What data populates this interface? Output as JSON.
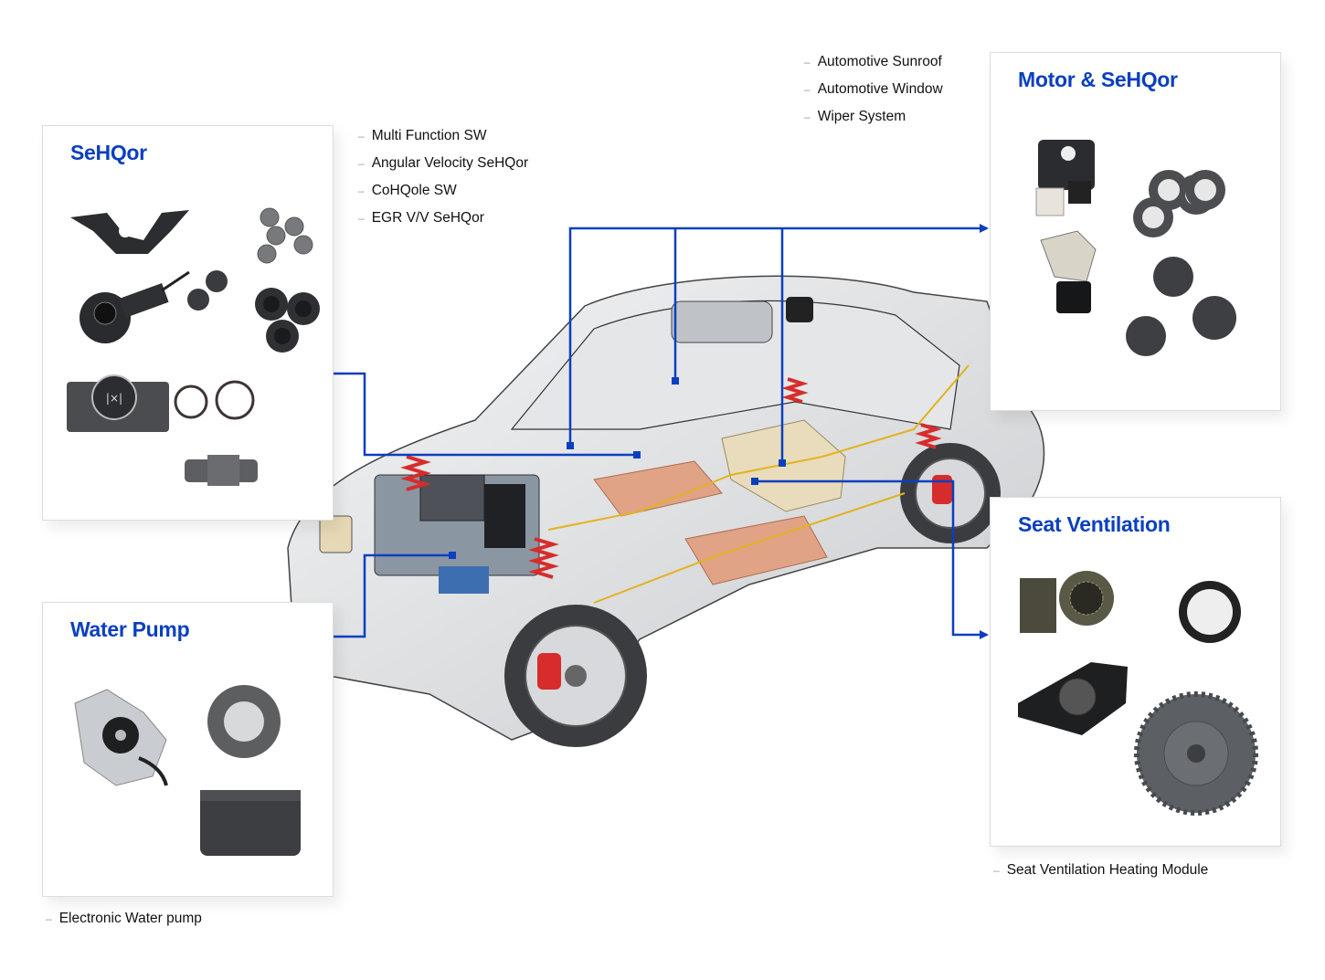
{
  "colors": {
    "accent_blue": "#0a3fbf",
    "leader_line": "#0a3fbf"
  },
  "panels": {
    "sensor": {
      "title": "SeHQor",
      "list": [
        "Multi Function SW",
        "Angular Velocity SeHQor",
        "CoHQole SW",
        "EGR V/V SeHQor"
      ],
      "parts": [
        "multi-function-switch",
        "magnet-pellets",
        "angular-velocity-sensor",
        "magnet-discs",
        "magnet-cups",
        "console-switch",
        "o-rings",
        "egr-valve-sensor"
      ]
    },
    "motor_sensor": {
      "title": "Motor & SeHQor",
      "list": [
        "Automotive Sunroof",
        "Automotive Window",
        "Wiper System"
      ],
      "parts": [
        "window-motor",
        "ferrite-rings",
        "wiper-motor",
        "magnet-plates"
      ]
    },
    "water_pump": {
      "title": "Water Pump",
      "list": [
        "Electronic Water pump"
      ],
      "parts": [
        "electronic-water-pump",
        "magnet-ring",
        "magnet-cylinder"
      ]
    },
    "seat_ventilation": {
      "title": "Seat Ventilation",
      "list": [
        "Seat Ventilation Heating Module"
      ],
      "parts": [
        "blower-module",
        "rubber-ring",
        "fan-housing",
        "impeller"
      ]
    }
  },
  "center_image": "car-cutaway-illustration"
}
